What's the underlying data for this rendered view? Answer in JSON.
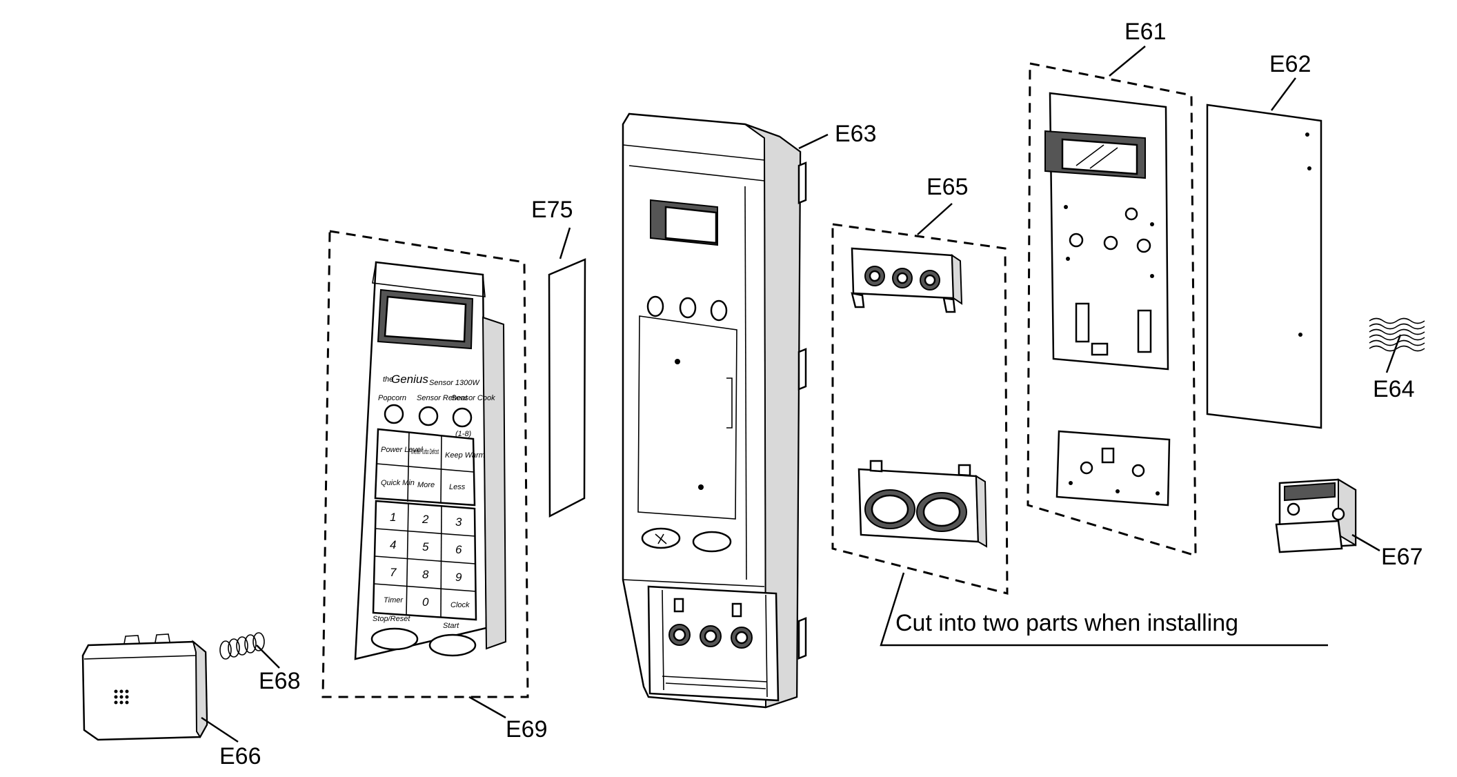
{
  "diagram": {
    "parts": [
      {
        "id": "E61",
        "label": "E61"
      },
      {
        "id": "E62",
        "label": "E62"
      },
      {
        "id": "E63",
        "label": "E63"
      },
      {
        "id": "E64",
        "label": "E64"
      },
      {
        "id": "E65",
        "label": "E65"
      },
      {
        "id": "E66",
        "label": "E66"
      },
      {
        "id": "E67",
        "label": "E67"
      },
      {
        "id": "E68",
        "label": "E68"
      },
      {
        "id": "E69",
        "label": "E69"
      },
      {
        "id": "E75",
        "label": "E75"
      }
    ],
    "note": "Cut into two parts when installing",
    "keypad": {
      "brand": "Sensor 1300W",
      "top_buttons": [
        "Popcorn",
        "Sensor Reheat",
        "Sensor Cook"
      ],
      "sensor_cook_range": "(1-8)",
      "function_keys": [
        [
          "Power Level",
          "Inverter Turbo Defrost",
          "Keep Warm"
        ],
        [
          "Quick Min",
          "More",
          "Less"
        ]
      ],
      "number_keys": [
        [
          "1",
          "2",
          "3"
        ],
        [
          "4",
          "5",
          "6"
        ],
        [
          "7",
          "8",
          "9"
        ],
        [
          "Timer",
          "0",
          "Clock"
        ]
      ],
      "stop_label": "Stop/Reset",
      "start_label": "Start"
    }
  }
}
